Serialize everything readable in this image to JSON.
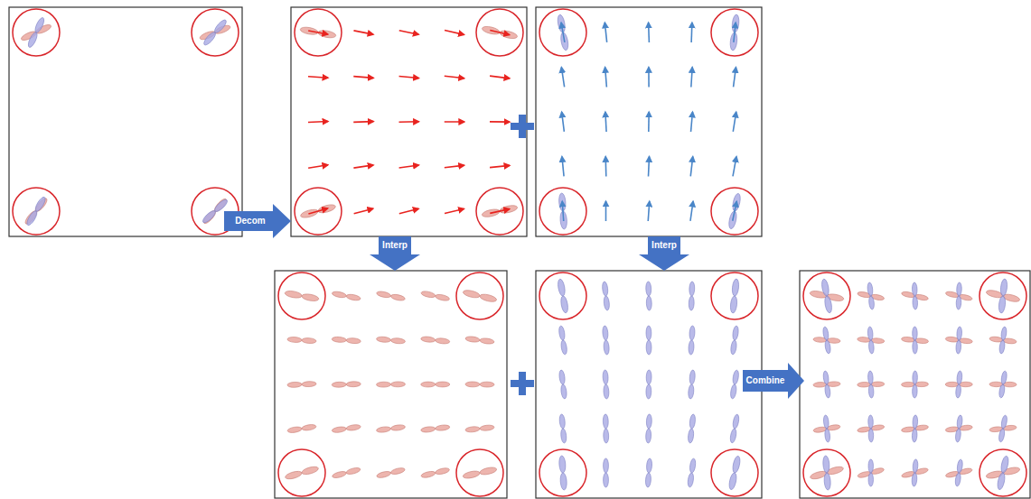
{
  "diagram": {
    "labels": [
      "Decom",
      "Interp",
      "Interp",
      "Combine"
    ]
  }
}
